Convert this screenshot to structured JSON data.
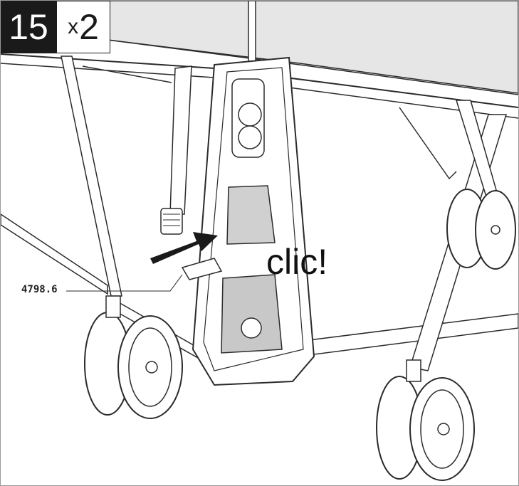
{
  "step": {
    "number": "15",
    "quantity_prefix": "x",
    "quantity": "2"
  },
  "callout": {
    "text": "clic!"
  },
  "part_reference": {
    "code": "4798.6"
  },
  "colors": {
    "ink": "#1a1a1a",
    "table_top": "#e6e6e6",
    "line": "#2b2b2b",
    "badge_bg": "#1a1a1a"
  }
}
